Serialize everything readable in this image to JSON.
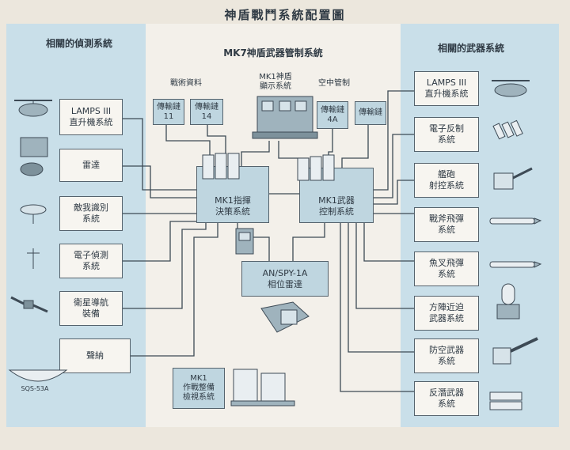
{
  "title": "神盾戰鬥系統配置圖",
  "sections": {
    "left": "相關的偵測系統",
    "center": "MK7神盾武器管制系統",
    "right": "相關的武器系統"
  },
  "left_boxes": [
    "LAMPS III\n直升機系統",
    "雷達",
    "敵我識別\n系統",
    "電子偵測\n系統",
    "衛星導航\n裝備",
    "聲納"
  ],
  "right_boxes": [
    "LAMPS III\n直升機系統",
    "電子反制\n系統",
    "艦砲\n射控系統",
    "戰斧飛彈\n系統",
    "魚叉飛彈\n系統",
    "方陣近迫\n武器系統",
    "防空武器\n系統",
    "反潛武器\n系統"
  ],
  "center": {
    "tactical_data_label": "戰術資料",
    "link11": "傳輸鏈\n11",
    "link14": "傳輸鏈\n14",
    "display_label": "MK1神盾\n顯示系統",
    "air_control_label": "空中管制",
    "link4a": "傳輸鏈\n4A",
    "link_other": "傳輸鏈",
    "command": "MK1指揮\n決策系統",
    "weapons": "MK1武器\n控制系統",
    "radar": "AN/SPY-1A\n相位雷達",
    "readiness": "MK1\n作戰整備\n檢視系統"
  },
  "sonar_tag": "SQS-53A",
  "colors": {
    "panel": "#c9dfe9",
    "line": "#3d4a55"
  }
}
